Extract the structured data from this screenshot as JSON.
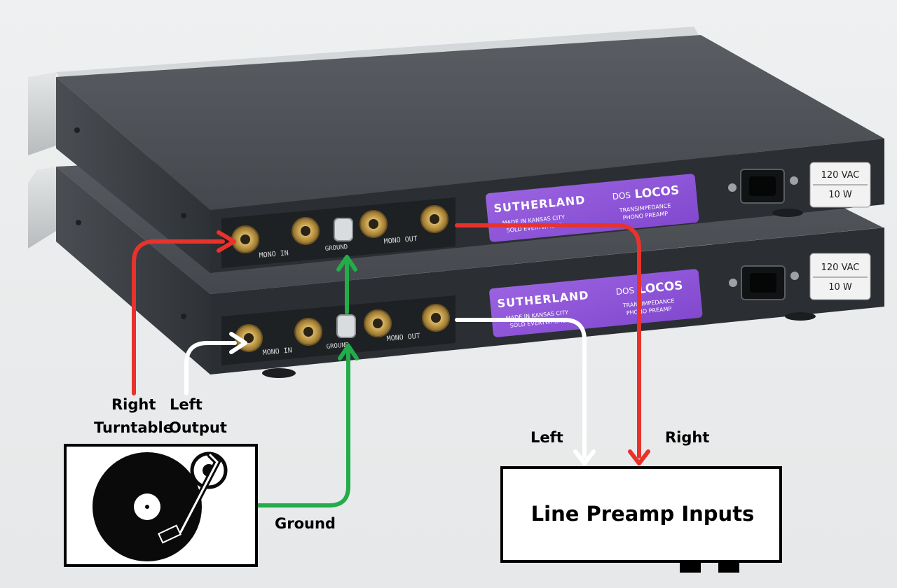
{
  "colors": {
    "right_wire": "#e8322b",
    "left_wire": "#ffffff",
    "ground_wire": "#22ad4a",
    "label_purple": "#8e55d8",
    "chassis": "#3c4045",
    "panel_silver": "#c9ccce"
  },
  "units": [
    {
      "brand": "SUTHERLAND",
      "model_prefix": "DOS",
      "model_name": "LOCOS",
      "tagline_1": "MADE IN KANSAS CITY",
      "tagline_2": "SOLD EVERYWHERE",
      "desc_1": "TRANSIMPEDANCE",
      "desc_2": "PHONO PREAMP",
      "mono_in": "MONO IN",
      "ground": "GROUND",
      "mono_out": "MONO OUT",
      "power_voltage": "120 VAC",
      "power_watts": "10 W"
    },
    {
      "brand": "SUTHERLAND",
      "model_prefix": "DOS",
      "model_name": "LOCOS",
      "tagline_1": "MADE IN KANSAS CITY",
      "tagline_2": "SOLD EVERYWHERE",
      "desc_1": "TRANSIMPEDANCE",
      "desc_2": "PHONO PREAMP",
      "mono_in": "MONO IN",
      "ground": "GROUND",
      "mono_out": "MONO OUT",
      "power_voltage": "120 VAC",
      "power_watts": "10 W"
    }
  ],
  "labels": {
    "right_in": "Right",
    "left_in": "Left",
    "turntable": "Turntable",
    "output": "Output",
    "ground": "Ground",
    "left_out": "Left",
    "right_out": "Right",
    "line_preamp": "Line Preamp Inputs"
  },
  "icons": [
    "turntable-icon"
  ]
}
